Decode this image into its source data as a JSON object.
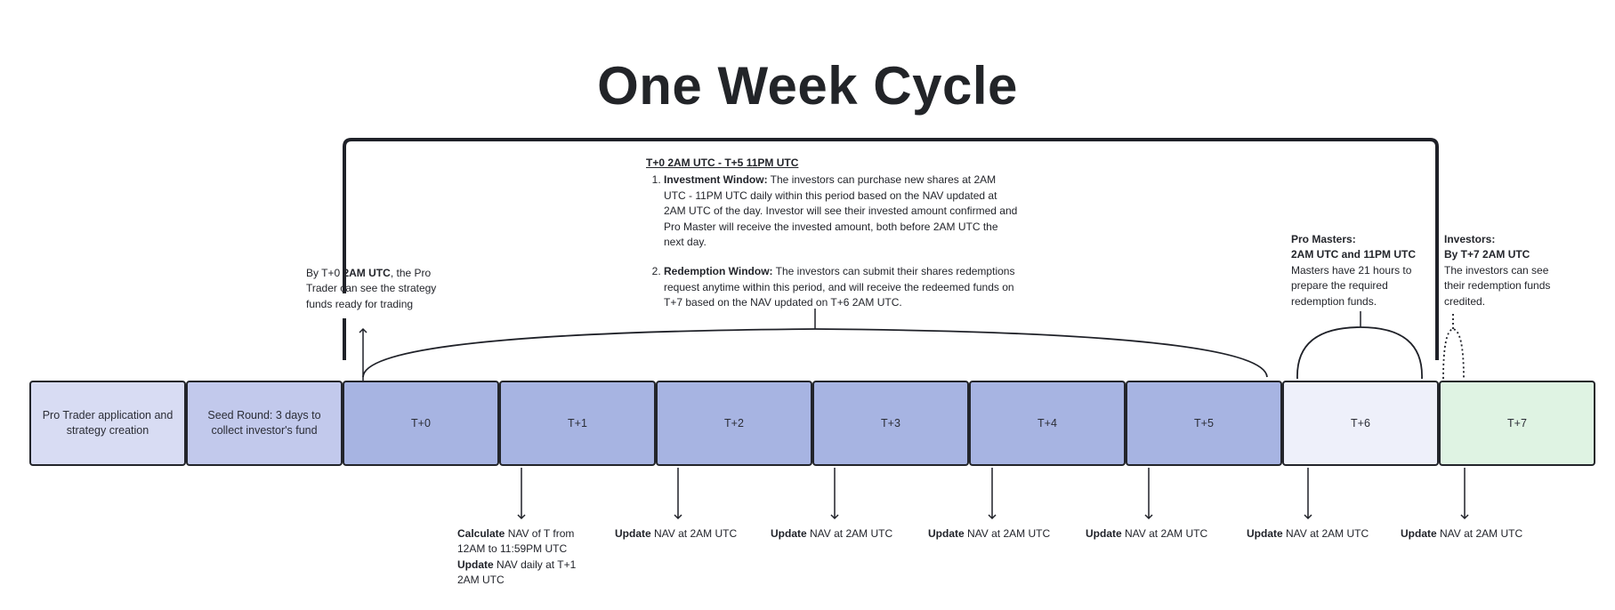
{
  "title": "One Week Cycle",
  "boxes": [
    {
      "label": "Pro Trader application and strategy creation",
      "color": "#d8dcf3"
    },
    {
      "label": "Seed Round: 3 days  to collect investor's fund",
      "color": "#c2c9ec"
    },
    {
      "label": "T+0",
      "color": "#a7b4e2"
    },
    {
      "label": "T+1",
      "color": "#a7b4e2"
    },
    {
      "label": "T+2",
      "color": "#a7b4e2"
    },
    {
      "label": "T+3",
      "color": "#a7b4e2"
    },
    {
      "label": "T+4",
      "color": "#a7b4e2"
    },
    {
      "label": "T+5",
      "color": "#a7b4e2"
    },
    {
      "label": "T+6",
      "color": "#eef0fa"
    },
    {
      "label": "T+7",
      "color": "#dff3e3"
    }
  ],
  "pro_trader_note": {
    "pre": "By T+0 ",
    "bold": "2AM UTC",
    "post": ", the Pro Trader can see the strategy funds ready for trading"
  },
  "window_note": {
    "header": "T+0 2AM UTC - T+5 11PM UTC",
    "investment_bold": "Investment Window:",
    "investment_text": " The investors can purchase new shares at 2AM UTC - 11PM UTC daily within this period based on the NAV updated at 2AM UTC of the day. Investor will see their invested amount confirmed and Pro Master will receive the invested amount, both before 2AM UTC the next day.",
    "redemption_bold": "Redemption Window:",
    "redemption_text": " The investors can submit their shares redemptions request anytime within this period, and will receive the redeemed funds on T+7 based on the NAV updated on T+6 2AM UTC."
  },
  "pro_masters_note": {
    "line1": "Pro Masters:",
    "line2": "2AM UTC and 11PM UTC",
    "text": "Masters have 21 hours to prepare the required redemption funds."
  },
  "investors_note": {
    "line1": "Investors:",
    "line2": "By T+7 2AM UTC",
    "text": "The investors can see their redemption funds credited."
  },
  "nav_first": {
    "bold1": "Calculate",
    "text1": " NAV of T from 12AM to 11:59PM UTC",
    "bold2": "Update",
    "text2": " NAV daily at T+1 2AM UTC"
  },
  "nav_updates": [
    {
      "bold": "Update",
      "text": " NAV at 2AM UTC"
    },
    {
      "bold": "Update",
      "text": " NAV at 2AM UTC"
    },
    {
      "bold": "Update",
      "text": " NAV at 2AM UTC"
    },
    {
      "bold": "Update",
      "text": " NAV at 2AM UTC"
    },
    {
      "bold": "Update",
      "text": " NAV at 2AM UTC"
    },
    {
      "bold": "Update",
      "text": " NAV at 2AM UTC"
    }
  ]
}
